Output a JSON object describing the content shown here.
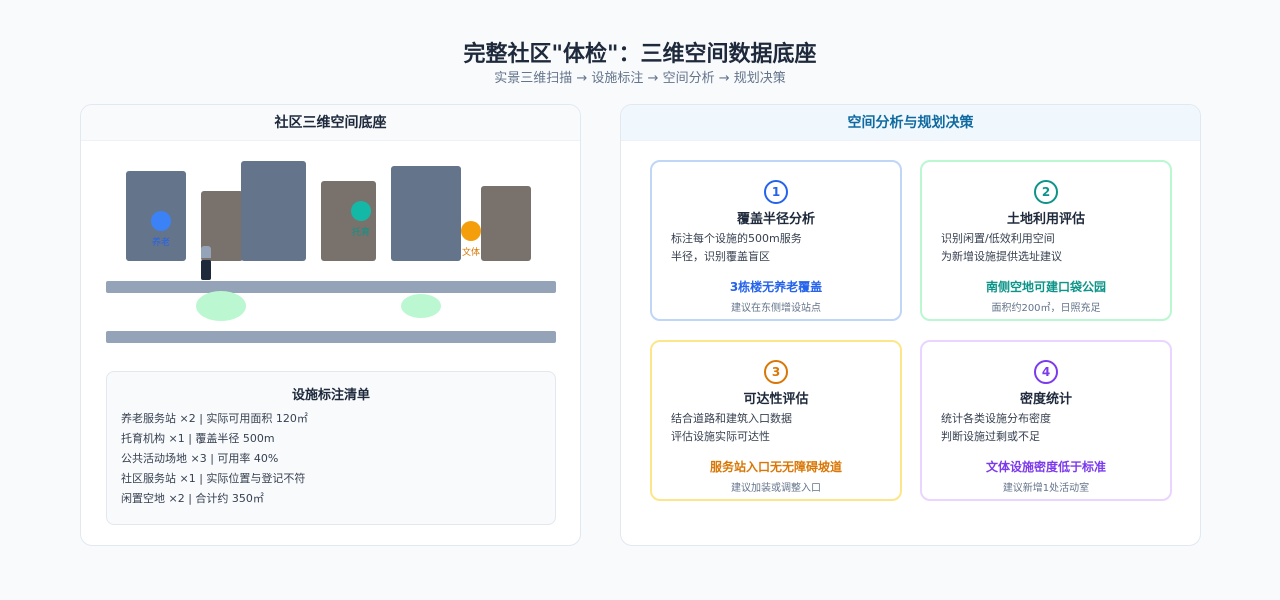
{
  "header": {
    "title": "完整社区\"体检\"：三维空间数据底座",
    "subtitle": "实景三维扫描 → 设施标注 → 空间分析 → 规划决策"
  },
  "left_panel": {
    "title": "社区三维空间底座",
    "markers": {
      "elderly": "养老",
      "childcare": "托育",
      "culture": "文体"
    },
    "facility_list": {
      "title": "设施标注清单",
      "items": [
        "养老服务站 ×2 | 实际可用面积 120㎡",
        "托育机构 ×1 | 覆盖半径 500m",
        "公共活动场地 ×3 | 可用率 40%",
        "社区服务站 ×1 | 实际位置与登记不符",
        "闲置空地 ×2 | 合计约 350㎡"
      ]
    }
  },
  "right_panel": {
    "title": "空间分析与规划决策",
    "cards": [
      {
        "num": "1",
        "title": "覆盖半径分析",
        "desc1": "标注每个设施的500m服务",
        "desc2": "半径，识别覆盖盲区",
        "highlight": "3栋楼无养老覆盖",
        "note": "建议在东侧增设站点",
        "color": "#2563eb",
        "border": "#bfd6f6"
      },
      {
        "num": "2",
        "title": "土地利用评估",
        "desc1": "识别闲置/低效利用空间",
        "desc2": "为新增设施提供选址建议",
        "highlight": "南侧空地可建口袋公园",
        "note": "面积约200㎡，日照充足",
        "color": "#0d9488",
        "border": "#bbf7d0"
      },
      {
        "num": "3",
        "title": "可达性评估",
        "desc1": "结合道路和建筑入口数据",
        "desc2": "评估设施实际可达性",
        "highlight": "服务站入口无无障碍坡道",
        "note": "建议加装或调整入口",
        "color": "#d97706",
        "border": "#fde68a"
      },
      {
        "num": "4",
        "title": "密度统计",
        "desc1": "统计各类设施分布密度",
        "desc2": "判断设施过剩或不足",
        "highlight": "文体设施密度低于标准",
        "note": "建议新增1处活动室",
        "color": "#7c3aed",
        "border": "#e9d5ff"
      }
    ]
  },
  "colors": {
    "elderly_marker": "#3b82f6",
    "childcare_marker": "#14b8a6",
    "culture_marker": "#f59e0b"
  }
}
